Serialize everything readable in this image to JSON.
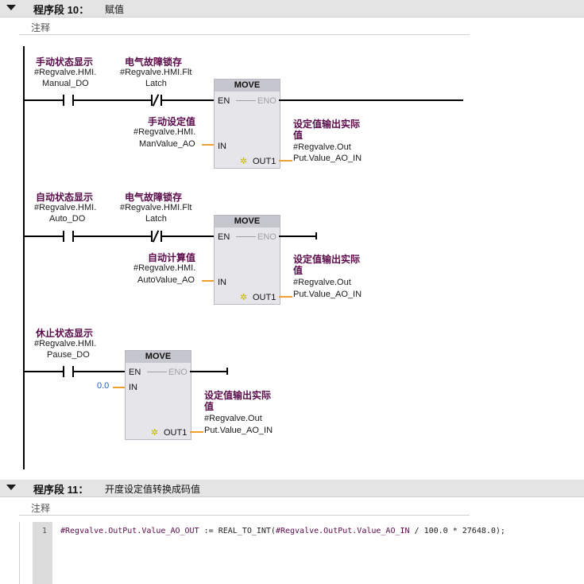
{
  "segment10": {
    "label": "程序段 10：",
    "title": "赋值",
    "comment": "注释"
  },
  "rung1": {
    "contact1": {
      "name": "手动状态显示",
      "addr1": "#Regvalve.HMI.",
      "addr2": "Manual_DO"
    },
    "contact2": {
      "name": "电气故障锁存",
      "addr1": "#Regvalve.HMI.Flt",
      "addr2": "Latch"
    },
    "box": {
      "title": "MOVE",
      "en": "EN",
      "eno": "ENO",
      "in": "IN",
      "out": "OUT1"
    },
    "in_var": {
      "name": "手动设定值",
      "addr1": "#Regvalve.HMI.",
      "addr2": "ManValue_AO"
    },
    "out_var": {
      "name1": "设定值输出实际",
      "name2": "值",
      "addr1": "#Regvalve.Out",
      "addr2": "Put.Value_AO_IN"
    }
  },
  "rung2": {
    "contact1": {
      "name": "自动状态显示",
      "addr1": "#Regvalve.HMI.",
      "addr2": "Auto_DO"
    },
    "contact2": {
      "name": "电气故障锁存",
      "addr1": "#Regvalve.HMI.Flt",
      "addr2": "Latch"
    },
    "box": {
      "title": "MOVE",
      "en": "EN",
      "eno": "ENO",
      "in": "IN",
      "out": "OUT1"
    },
    "in_var": {
      "name": "自动计算值",
      "addr1": "#Regvalve.HMI.",
      "addr2": "AutoValue_AO"
    },
    "out_var": {
      "name1": "设定值输出实际",
      "name2": "值",
      "addr1": "#Regvalve.Out",
      "addr2": "Put.Value_AO_IN"
    }
  },
  "rung3": {
    "contact1": {
      "name": "休止状态显示",
      "addr1": "#Regvalve.HMI.",
      "addr2": "Pause_DO"
    },
    "box": {
      "title": "MOVE",
      "en": "EN",
      "eno": "ENO",
      "in": "IN",
      "out": "OUT1"
    },
    "in_const": "0.0",
    "out_var": {
      "name1": "设定值输出实际",
      "name2": "值",
      "addr1": "#Regvalve.Out",
      "addr2": "Put.Value_AO_IN"
    }
  },
  "segment11": {
    "label": "程序段 11：",
    "title": "开度设定值转换成码值",
    "comment": "注释",
    "line_number": "1",
    "code_lhs": "#Regvalve.OutPut.Value_AO_OUT",
    "code_assign": " := ",
    "code_func": "REAL_TO_INT(",
    "code_arg": "#Regvalve.OutPut.Value_AO_IN",
    "code_rest": " / 100.0 * 27648.0);"
  },
  "colors": {
    "wire_orange": "#f0a030",
    "var_purple": "#5a0a4a",
    "const_blue": "#2060c0",
    "box_bg": "#e6e6ea"
  }
}
